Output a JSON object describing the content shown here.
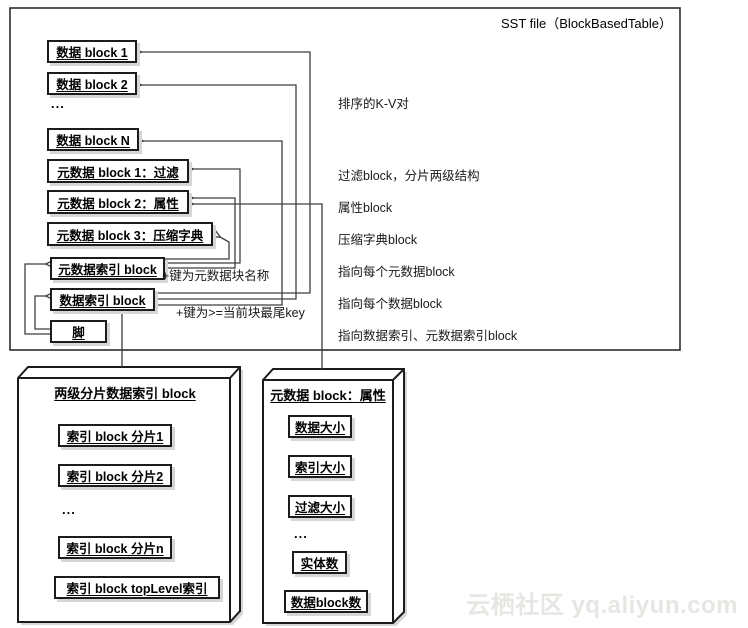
{
  "diagram_title": "SST file（BlockBasedTable）",
  "sst_box": {
    "data_blocks": [
      "数据 block 1",
      "数据 block 2",
      "数据 block N"
    ],
    "ellipsis": "...",
    "meta_blocks": [
      "元数据 block 1：过滤",
      "元数据 block 2：属性",
      "元数据 block 3：压缩字典"
    ],
    "index_blocks": [
      "元数据索引 block",
      "数据索引 block"
    ],
    "footer": "脚",
    "key_annotations": [
      "+键为元数据块名称",
      "+键为>=当前块最尾key"
    ],
    "side_notes": [
      "排序的K-V对",
      "过滤block，分片两级结构",
      "属性block",
      "压缩字典block",
      "指向每个元数据block",
      "指向每个数据block",
      "指向数据索引、元数据索引block"
    ]
  },
  "partitioned_index_node": {
    "title": "两级分片数据索引 block",
    "items": [
      "索引 block 分片1",
      "索引 block 分片2",
      "索引 block 分片n",
      "索引 block topLevel索引"
    ],
    "ellipsis": "..."
  },
  "properties_node": {
    "title": "元数据 block：属性",
    "items": [
      "数据大小",
      "索引大小",
      "过滤大小",
      "实体数",
      "数据block数"
    ],
    "ellipsis": "..."
  },
  "watermark": "云栖社区 yq.aliyun.com",
  "colors": {
    "background": "#ffffff",
    "box_border": "#1c1c1c",
    "connector": "#3f3f3f",
    "shadow": "#d6d6d6",
    "watermark_text": "#e6e6e3"
  }
}
